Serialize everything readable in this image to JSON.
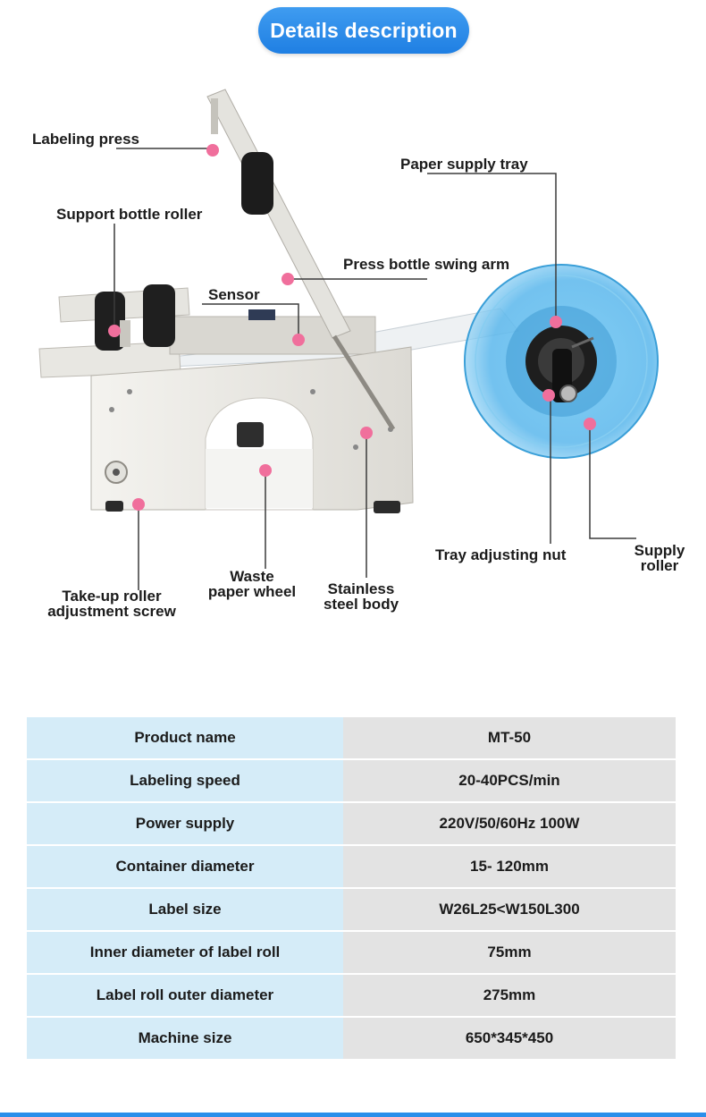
{
  "header": {
    "title": "Details description"
  },
  "diagram": {
    "labels": {
      "labeling_press": "Labeling press",
      "support_bottle_roller": "Support bottle roller",
      "sensor": "Sensor",
      "press_bottle_swing_arm": "Press bottle swing arm",
      "paper_supply_tray": "Paper supply tray",
      "tray_adjusting_nut": "Tray adjusting nut",
      "supply_roller_line1": "Supply",
      "supply_roller_line2": "roller",
      "waste_line1": "Waste",
      "waste_line2": "paper wheel",
      "stainless_line1": "Stainless",
      "stainless_line2": "steel body",
      "takeup_line1": "Take-up roller",
      "takeup_line2": "adjustment screw"
    },
    "colors": {
      "marker": "#f06f9c",
      "tray_blue": "#58b9ee",
      "body": "#ecebe6"
    }
  },
  "specs": [
    {
      "key": "Product name",
      "value": "MT-50"
    },
    {
      "key": "Labeling speed",
      "value": "20-40PCS/min"
    },
    {
      "key": "Power supply",
      "value": "220V/50/60Hz 100W"
    },
    {
      "key": "Container diameter",
      "value": "15- 120mm"
    },
    {
      "key": "Label size",
      "value": "W26L25<W150L300"
    },
    {
      "key": "Inner diameter of label roll",
      "value": "75mm"
    },
    {
      "key": "Label roll outer diameter",
      "value": "275mm"
    },
    {
      "key": "Machine size",
      "value": "650*345*450"
    }
  ],
  "colors": {
    "header_blue": "#2a8fea",
    "key_cell": "#d5ecf8",
    "value_cell": "#e3e3e3"
  }
}
